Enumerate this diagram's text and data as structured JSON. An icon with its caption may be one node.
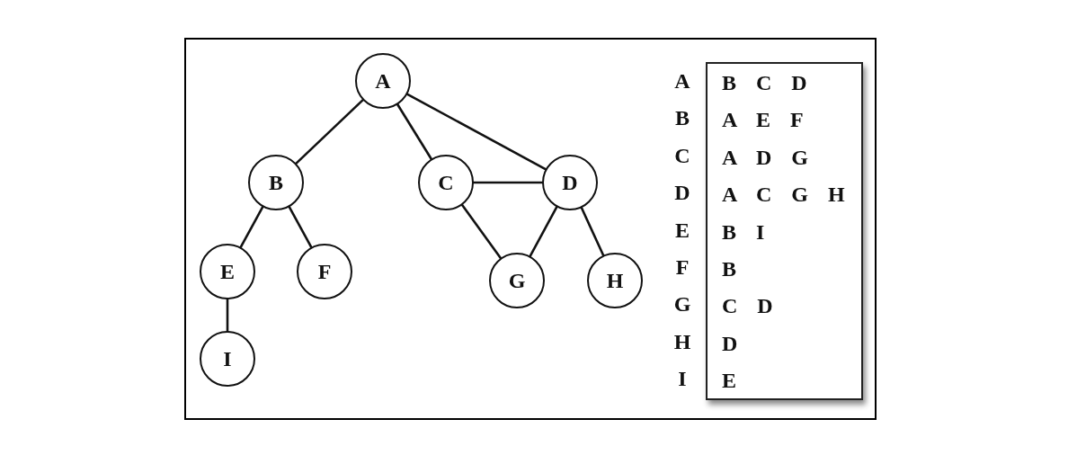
{
  "diagram": {
    "nodes": [
      {
        "text": [
          "A"
        ]
      },
      {
        "text": [
          "B"
        ]
      },
      {
        "text": [
          "C"
        ]
      },
      {
        "text": [
          "D"
        ]
      },
      {
        "text": [
          "E"
        ]
      },
      {
        "text": [
          "F"
        ]
      },
      {
        "text": [
          "G"
        ]
      },
      {
        "text": [
          "H"
        ]
      },
      {
        "text": [
          "I"
        ]
      },
      {
        "text": [
          "B C D",
          "A E F",
          "A D G",
          "A C G H",
          "B I",
          "B",
          "C D",
          "D",
          "E"
        ],
        "beside": [
          "A",
          "B",
          "C",
          "D",
          "E",
          "F",
          "G",
          "H",
          "I"
        ]
      }
    ],
    "edges": [
      {
        "from": 0,
        "to": 1,
        "arrow": "none"
      },
      {
        "from": 0,
        "to": 2,
        "arrow": "none"
      },
      {
        "from": 0,
        "to": 3,
        "arrow": "none"
      },
      {
        "from": 1,
        "to": 4,
        "arrow": "none"
      },
      {
        "from": 1,
        "to": 5,
        "arrow": "none"
      },
      {
        "from": 2,
        "to": 3,
        "arrow": "none"
      },
      {
        "from": 2,
        "to": 6,
        "arrow": "none"
      },
      {
        "from": 3,
        "to": 6,
        "arrow": "none"
      },
      {
        "from": 3,
        "to": 7,
        "arrow": "none"
      },
      {
        "from": 4,
        "to": 8,
        "arrow": "none"
      }
    ]
  }
}
